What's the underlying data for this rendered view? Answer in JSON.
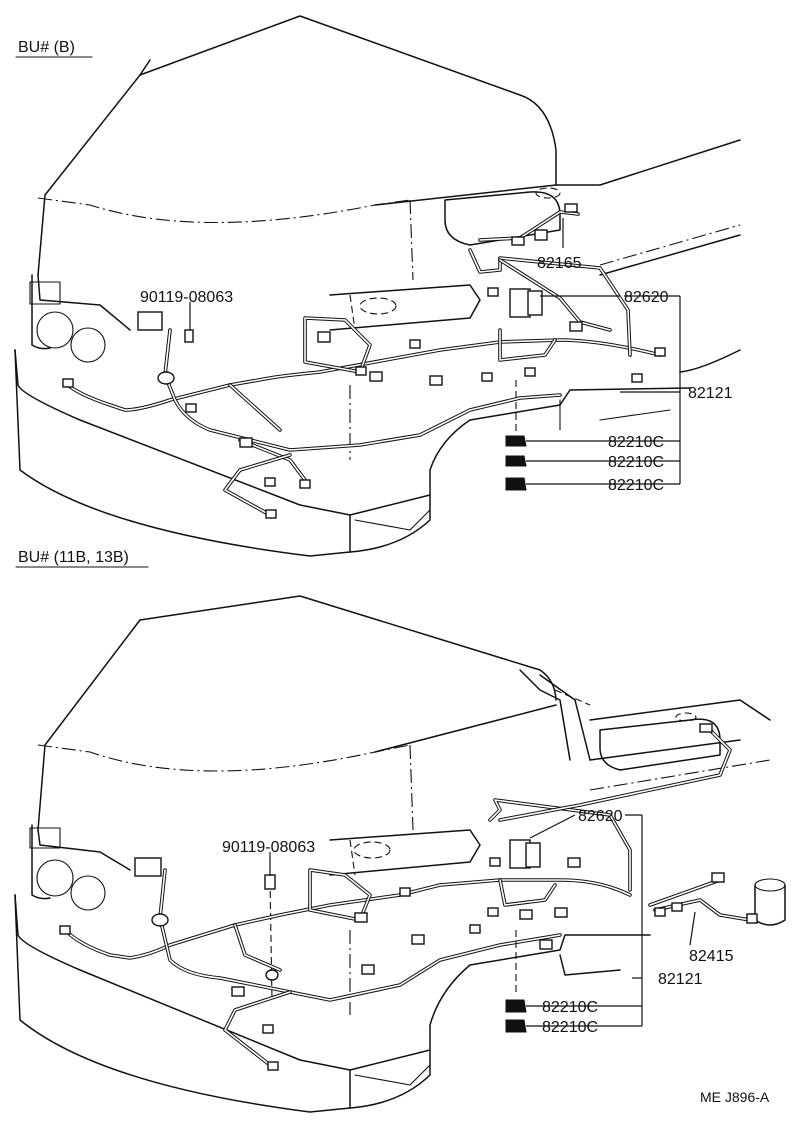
{
  "sections": [
    {
      "header": "BU# (B)",
      "labels": {
        "bolt": "90119-08063",
        "cab_harness": "82165",
        "relay": "82620",
        "main_harness": "82121",
        "clamps": [
          "82210C",
          "82210C",
          "82210C"
        ]
      }
    },
    {
      "header": "BU# (11B, 13B)",
      "labels": {
        "bolt": "90119-08063",
        "relay": "82620",
        "sub_harness": "82415",
        "main_harness": "82121",
        "clamps": [
          "82210C",
          "82210C"
        ]
      }
    }
  ],
  "footer": {
    "reference": "ME J896-A"
  }
}
